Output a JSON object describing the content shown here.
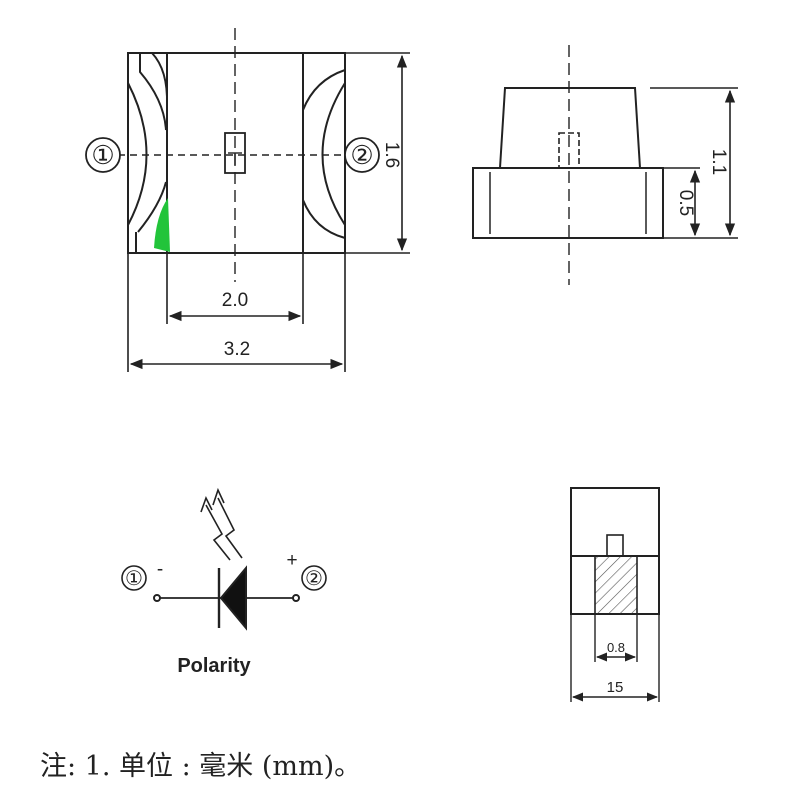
{
  "top_view": {
    "width_label": "3.2",
    "inner_width_label": "2.0",
    "height_label": "1.6",
    "pin_left": "①",
    "pin_right": "②",
    "cathode_mark_color": "#22c43a"
  },
  "side_view": {
    "total_height_label": "1.1",
    "base_height_label": "0.5"
  },
  "symbol": {
    "pin_left": "①",
    "pin_right": "②",
    "minus_sign": "-",
    "plus_sign": "+",
    "caption": "Polarity"
  },
  "pad_view": {
    "inner_label": "0.8",
    "outer_label": "15"
  },
  "note": {
    "text": "注: 1. 单位 : 毫米 (mm)。"
  }
}
